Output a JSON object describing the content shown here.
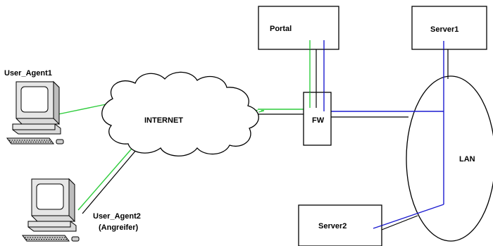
{
  "diagram": {
    "colors": {
      "green": "#2ecc3c",
      "blue": "#1c1cd0",
      "black": "#000000",
      "device_gray": "#d9d9d9"
    },
    "nodes": {
      "user_agent1": "User_Agent1",
      "user_agent2_line1": "User_Agent2",
      "user_agent2_line2": "(Angreifer)",
      "internet": "INTERNET",
      "firewall": "FW",
      "portal": "Portal",
      "server1": "Server1",
      "server2": "Server2",
      "lan": "LAN"
    },
    "icons": {
      "workstation": "computer-workstation-icon",
      "cloud": "cloud-icon"
    }
  }
}
